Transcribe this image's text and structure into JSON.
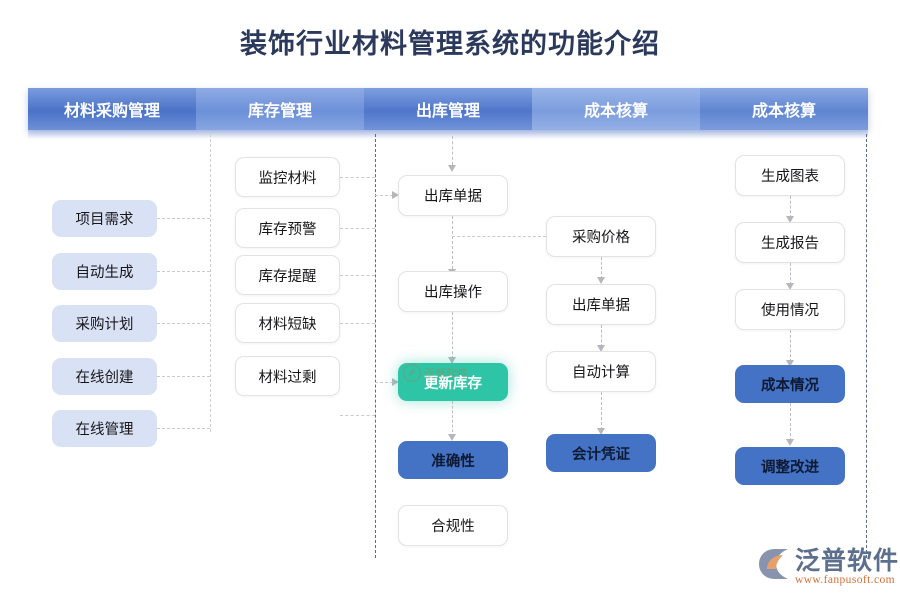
{
  "page": {
    "title": "装饰行业材料管理系统的功能介绍",
    "title_color": "#2b3a5c",
    "background": "#ffffff"
  },
  "header": {
    "columns": [
      {
        "label": "材料采购管理"
      },
      {
        "label": "库存管理"
      },
      {
        "label": "出库管理"
      },
      {
        "label": "成本核算"
      },
      {
        "label": "成本核算"
      }
    ]
  },
  "columns": {
    "procurement": {
      "style": "lavender",
      "color": "#d9e1f5",
      "items": [
        {
          "label": "项目需求"
        },
        {
          "label": "自动生成"
        },
        {
          "label": "采购计划"
        },
        {
          "label": "在线创建"
        },
        {
          "label": "在线管理"
        }
      ]
    },
    "inventory": {
      "style": "white",
      "color": "#ffffff",
      "items": [
        {
          "label": "监控材料"
        },
        {
          "label": "库存预警"
        },
        {
          "label": "库存提醒"
        },
        {
          "label": "材料短缺"
        },
        {
          "label": "材料过剩"
        }
      ]
    },
    "outbound": {
      "items": [
        {
          "label": "出库单据",
          "style": "white"
        },
        {
          "label": "出库操作",
          "style": "white"
        },
        {
          "label": "更新库存",
          "style": "teal",
          "color": "#2ec4a6"
        },
        {
          "label": "准确性",
          "style": "blue",
          "color": "#4472c4"
        },
        {
          "label": "合规性",
          "style": "white"
        }
      ]
    },
    "costing": {
      "items": [
        {
          "label": "采购价格",
          "style": "white"
        },
        {
          "label": "出库单据",
          "style": "white"
        },
        {
          "label": "自动计算",
          "style": "white"
        },
        {
          "label": "会计凭证",
          "style": "blue",
          "color": "#4472c4"
        }
      ]
    },
    "reporting": {
      "items": [
        {
          "label": "生成图表",
          "style": "white"
        },
        {
          "label": "生成报告",
          "style": "white"
        },
        {
          "label": "使用情况",
          "style": "white"
        },
        {
          "label": "成本情况",
          "style": "blue",
          "color": "#4472c4"
        },
        {
          "label": "调整改进",
          "style": "blue",
          "color": "#4472c4"
        }
      ]
    }
  },
  "watermark": {
    "text": "泛普软件"
  },
  "logo": {
    "name": "泛普软件",
    "url": "www.fanpusoft.com",
    "name_color": "#5c6f8e",
    "url_color": "#d2703a"
  }
}
